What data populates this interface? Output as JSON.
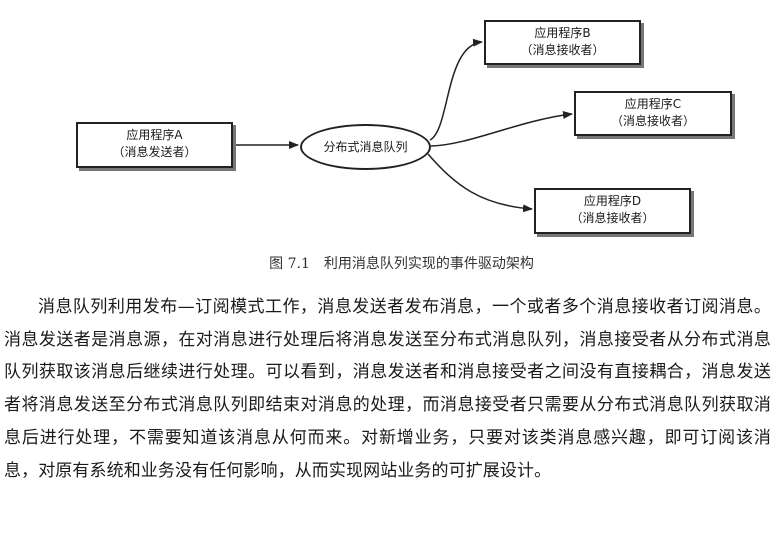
{
  "figure": {
    "sender": {
      "title": "应用程序A",
      "role": "（消息发送者）"
    },
    "queue": {
      "label": "分布式消息队列"
    },
    "receivers": [
      {
        "title": "应用程序B",
        "role": "（消息接收者）"
      },
      {
        "title": "应用程序C",
        "role": "（消息接收者）"
      },
      {
        "title": "应用程序D",
        "role": "（消息接收者）"
      }
    ],
    "caption": "图 7.1　利用消息队列实现的事件驱动架构"
  },
  "body": {
    "paragraph": "消息队列利用发布—订阅模式工作，消息发送者发布消息，一个或者多个消息接收者订阅消息。消息发送者是消息源，在对消息进行处理后将消息发送至分布式消息队列，消息接受者从分布式消息队列获取该消息后继续进行处理。可以看到，消息发送者和消息接受者之间没有直接耦合，消息发送者将消息发送至分布式消息队列即结束对消息的处理，而消息接受者只需要从分布式消息队列获取消息后进行处理，不需要知道该消息从何而来。对新增业务，只要对该类消息感兴趣，即可订阅该消息，对原有系统和业务没有任何影响，从而实现网站业务的可扩展设计。"
  }
}
